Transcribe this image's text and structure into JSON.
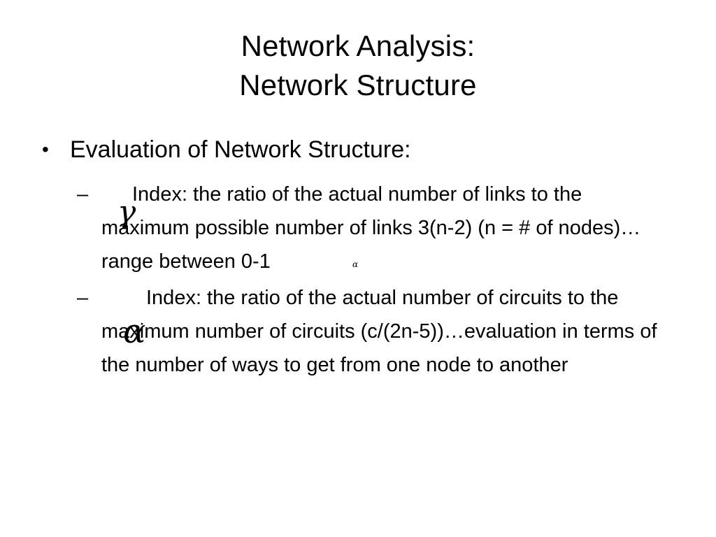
{
  "slide": {
    "title_line1": "Network Analysis:",
    "title_line2": "Network Structure",
    "bullet_marker": "•",
    "bullet_text": "Evaluation of Network Structure:",
    "sub_marker": "–",
    "sub_items": [
      {
        "text": "Index: the ratio of the actual number of links to the maximum possible number of links 3(n-2) (n = # of nodes)…range between 0-1",
        "symbol": "γ"
      },
      {
        "text": "Index: the ratio of the actual number of circuits to the maximum number of circuits (c/(2n-5))…evaluation in terms of the number of ways to get from one node to another",
        "symbol": "α"
      }
    ],
    "stray_symbol": "α"
  }
}
